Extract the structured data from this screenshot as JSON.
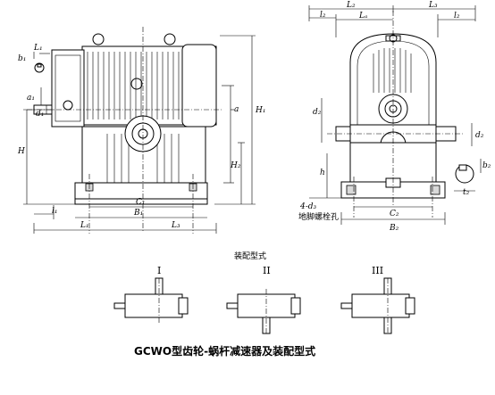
{
  "labels": {
    "L1_top": "L₁",
    "b1": "b₁",
    "a1": "a₁",
    "d1": "d₁",
    "H": "H",
    "l1": "l₁",
    "C1": "C₁",
    "B1": "B₁",
    "L1": "L₁",
    "L3_left": "L₃",
    "a": "a",
    "H1": "H₁",
    "H2": "H₂",
    "L2": "L₂",
    "L3": "L₃",
    "l2": "l₂",
    "LA": "Lₐ",
    "l2_right": "l₂",
    "d2_left": "d₂",
    "d2_right": "d₂",
    "b2": "b₂",
    "t2": "t₂",
    "h": "h",
    "hole": "4-d₃",
    "C2": "C₂",
    "B2": "B₂",
    "anchor_bolt_hole": "地脚螺栓孔"
  },
  "assembly": {
    "title": "装配型式",
    "types": [
      "I",
      "II",
      "III"
    ]
  },
  "caption": "GCWO型齿轮-蜗杆减速器及装配型式"
}
